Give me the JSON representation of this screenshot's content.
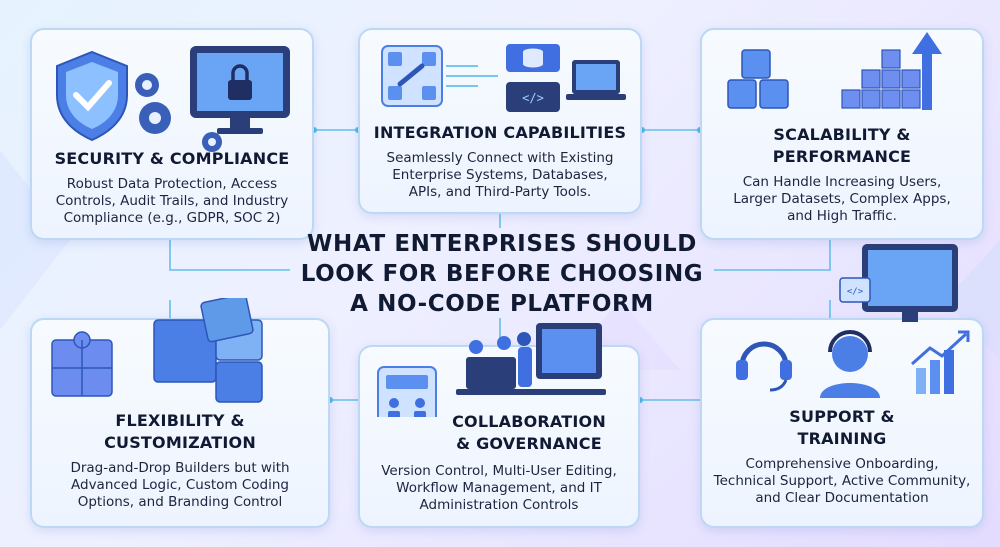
{
  "center_title": [
    "WHAT ENTERPRISES SHOULD",
    "LOOK FOR BEFORE CHOOSING",
    "A NO-CODE PLATFORM"
  ],
  "cards": {
    "security": {
      "title": [
        "SECURITY & COMPLIANCE"
      ],
      "desc": [
        "Robust Data Protection, Access",
        "Controls, Audit Trails, and Industry",
        "Compliance (e.g., GDPR, SOC 2)"
      ],
      "icons": [
        "shield-check-icon",
        "gear-icon",
        "monitor-lock-icon"
      ]
    },
    "integration": {
      "title": [
        "INTEGRATION CAPABILITIES"
      ],
      "desc": [
        "Seamlessly Connect with Existing",
        "Enterprise Systems, Databases,",
        "APIs, and Third-Party Tools."
      ],
      "icons": [
        "link-chain-icon",
        "database-icon",
        "code-window-icon",
        "laptop-icon"
      ]
    },
    "scalability": {
      "title": [
        "SCALABILITY &",
        "PERFORMANCE"
      ],
      "desc": [
        "Can Handle Increasing Users,",
        "Larger Datasets, Complex Apps,",
        "and High Traffic."
      ],
      "icons": [
        "cubes-icon",
        "growth-arrow-icon"
      ]
    },
    "flexibility": {
      "title": [
        "FLEXIBILITY &",
        "CUSTOMIZATION"
      ],
      "desc": [
        "Drag-and-Drop Builders but with",
        "Advanced Logic, Custom Coding",
        "Options, and Branding Control"
      ],
      "icons": [
        "puzzle-icon",
        "puzzle-pieces-icon"
      ]
    },
    "collaboration": {
      "title": [
        "COLLABORATION",
        "& GOVERNANCE"
      ],
      "desc": [
        "Version Control, Multi-User Editing,",
        "Workflow Management, and IT",
        "Administration Controls"
      ],
      "icons": [
        "team-screen-icon",
        "people-at-desk-icon"
      ]
    },
    "support": {
      "title": [
        "SUPPORT &",
        "TRAINING"
      ],
      "desc": [
        "Comprehensive Onboarding,",
        "Technical Support, Active Community,",
        "and Clear Documentation"
      ],
      "icons": [
        "headset-icon",
        "support-agent-icon",
        "chart-arrow-icon",
        "code-monitor-icon"
      ]
    }
  },
  "colors": {
    "accent": "#3f6fe0",
    "accent_light": "#7fb2f5",
    "card_border": "#bcd8f5",
    "text": "#111a33"
  }
}
